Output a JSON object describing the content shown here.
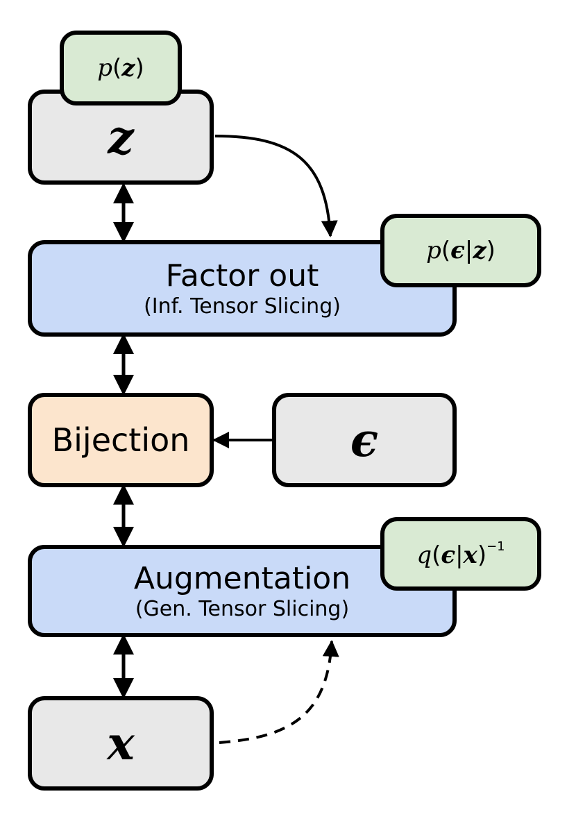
{
  "latent": {
    "symbol": "z",
    "prior": {
      "p": "p",
      "arg": "z"
    }
  },
  "factor_out": {
    "title": "Factor out",
    "subtitle": "(Inf. Tensor Slicing)",
    "dist": {
      "p": "p",
      "given": "ϵ",
      "cond": "z"
    }
  },
  "bijection": {
    "title": "Bijection"
  },
  "noise": {
    "symbol": "ϵ"
  },
  "augmentation": {
    "title": "Augmentation",
    "subtitle": "(Gen. Tensor Slicing)",
    "dist": {
      "q": "q",
      "given": "ϵ",
      "cond": "x",
      "power": "−1"
    }
  },
  "data": {
    "symbol": "x"
  },
  "colors": {
    "gray": "#e8e8e8",
    "blue": "#c9daf8",
    "orange": "#fce5cd",
    "green": "#d9ead3",
    "border": "#000000"
  }
}
